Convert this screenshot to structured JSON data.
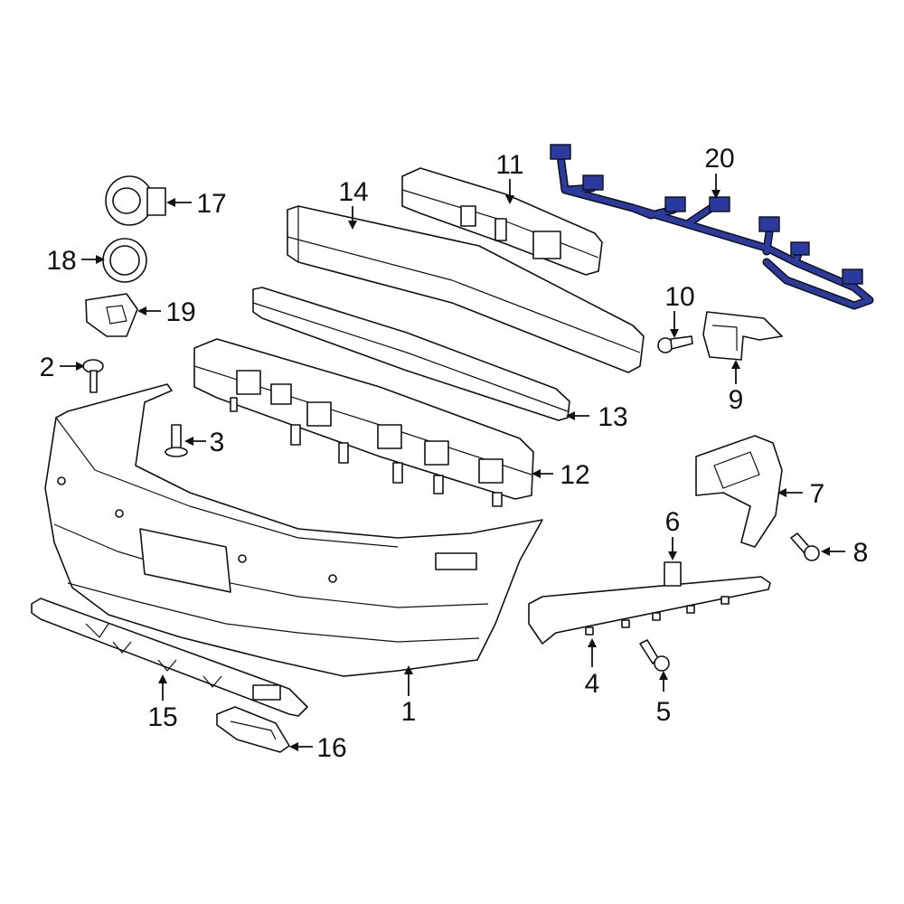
{
  "diagram": {
    "accent_color": "#2a3a9e",
    "highlighted_part": "20",
    "callouts": {
      "c1": "1",
      "c2": "2",
      "c3": "3",
      "c4": "4",
      "c5": "5",
      "c6": "6",
      "c7": "7",
      "c8": "8",
      "c9": "9",
      "c10": "10",
      "c11": "11",
      "c12": "12",
      "c13": "13",
      "c14": "14",
      "c15": "15",
      "c16": "16",
      "c17": "17",
      "c18": "18",
      "c19": "19",
      "c20": "20"
    }
  }
}
